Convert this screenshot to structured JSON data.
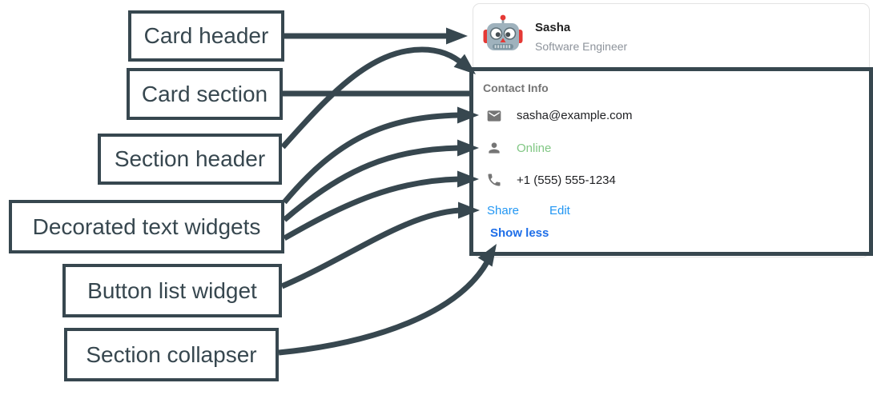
{
  "colors": {
    "annotation_dark": "#37474F",
    "link_blue": "#2196F3",
    "collapser_blue": "#1E6EE8",
    "online_green": "#81C784",
    "icon_gray": "#757575",
    "muted_text": "#8d939b"
  },
  "annotations": {
    "items": [
      {
        "label": "Card header",
        "target": "card-header"
      },
      {
        "label": "Card section",
        "target": "card-section"
      },
      {
        "label": "Section header",
        "target": "section-header"
      },
      {
        "label": "Decorated text widgets",
        "target": "decorated-text-rows"
      },
      {
        "label": "Button list widget",
        "target": "button-list"
      },
      {
        "label": "Section collapser",
        "target": "section-collapser"
      }
    ]
  },
  "card": {
    "header": {
      "avatar_icon": "robot-avatar",
      "name": "Sasha",
      "subtitle": "Software Engineer"
    },
    "section": {
      "header": "Contact Info",
      "rows": [
        {
          "icon": "mail-icon",
          "text": "sasha@example.com"
        },
        {
          "icon": "person-icon",
          "text": "Online",
          "status_color": "#81C784"
        },
        {
          "icon": "phone-icon",
          "text": "+1 (555) 555-1234"
        }
      ],
      "buttons": [
        {
          "label": "Share"
        },
        {
          "label": "Edit"
        }
      ],
      "collapser": {
        "label": "Show less"
      }
    }
  }
}
